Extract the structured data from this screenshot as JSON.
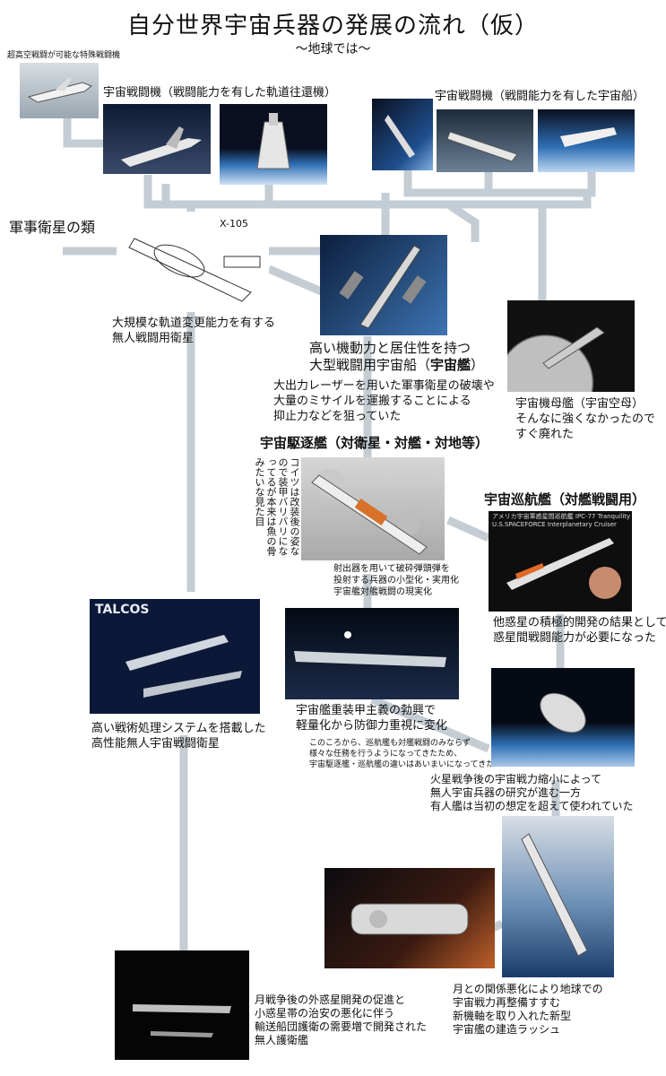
{
  "header": {
    "title": "自分世界宇宙兵器の発展の流れ（仮）",
    "subtitle": "～地球では～"
  },
  "labels": {
    "special_fighter": "超高空戦闘が可能な特殊戦闘機",
    "fighter_shuttle": "宇宙戦闘機（戦闘能力を有した軌道往還機）",
    "fighter_ship": "宇宙戦闘機（戦闘能力を有した宇宙船）",
    "military_sat": "軍事衛星の類",
    "x105": "X-105",
    "unmanned_sat": [
      "大規模な軌道変更能力を有する",
      "無人戦闘用衛星"
    ],
    "warship_title": [
      "高い機動力と居住性を持つ",
      "大型戦闘用宇宙船（",
      "宇宙艦",
      "）"
    ],
    "warship_desc": [
      "大出力レーザーを用いた軍事衛星の破壊や",
      "大量のミサイルを運搬することによる",
      "抑止力などを狙っていた"
    ],
    "carrier_desc": [
      "宇宙機母艦（宇宙空母）",
      "そんなに強くなかったので",
      "すぐ廃れた"
    ],
    "destroyer_title": "宇宙駆逐艦（対衛星・対艦・対地等）",
    "destroyer_note": "コイツは改装後の姿なので装甲バリバリになってるが本来は魚の骨みたいな見た目",
    "destroyer_desc": [
      "射出器を用いて破砕弾頭弾を",
      "投射する兵器の小型化・実用化",
      "宇宙艦対艦戦闘の現実化"
    ],
    "cruiser_title": "宇宙巡航艦（対艦戦闘用）",
    "cruiser_img_text": [
      "アメリカ宇宙軍惑星間巡航艦 IPC-77 Tranquility",
      "U.S.SPACEFORCE Interplanetary Cruiser"
    ],
    "cruiser_desc": [
      "他惑星の積極的開発の結果として",
      "惑星間戦闘能力が必要になった"
    ],
    "talcos_name": "TALCOS",
    "talcos_desc": [
      "高い戦術処理システムを搭載した",
      "高性能無人宇宙戦闘衛星"
    ],
    "armor_desc": [
      "宇宙艦重装甲主義の勃興で",
      "軽量化から防御力重視に変化"
    ],
    "blur_desc": [
      "このころから、巡航艦も対艦戦闘のみならず",
      "様々な任務を行うようになってきたため、",
      "宇宙駆逐艦・巡航艦の違いはあいまいになってきた"
    ],
    "mars_desc": [
      "火星戦争後の宇宙戦力縮小によって",
      "無人宇宙兵器の研究が進む一方",
      "有人艦は当初の想定を超えて使われていた"
    ],
    "escort_desc": [
      "月戦争後の外惑星開発の促進と",
      "小惑星帯の治安の悪化に伴う",
      "輸送船団護衛の需要増で開発された",
      "無人護衛艦"
    ],
    "moon_desc": [
      "月との関係悪化により地球での",
      "宇宙戦力再整備すすむ",
      "新機軸を取り入れた新型",
      "宇宙艦の建造ラッシュ"
    ]
  },
  "colors": {
    "connector": "#c4ccd4",
    "space_dark": "#0a1426",
    "earth_blue": "#2f6fb5"
  }
}
